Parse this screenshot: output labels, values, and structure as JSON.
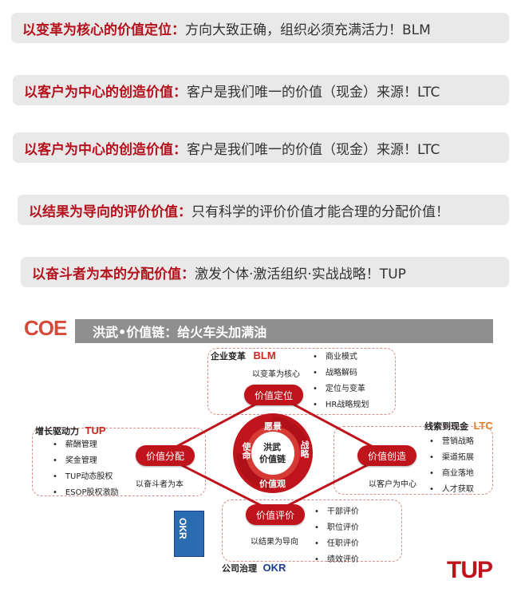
{
  "banners": [
    {
      "title": "以变革为核心的价值定位：",
      "desc": "方向大致正确，组织必须充满活力！BLM"
    },
    {
      "title": "以客户为中心的创造价值：",
      "desc": "客户是我们唯一的价值（现金）来源！LTC"
    },
    {
      "title": "以客户为中心的创造价值：",
      "desc": "客户是我们唯一的价值（现金）来源！LTC"
    },
    {
      "title": "以结果为导向的评价价值：",
      "desc": "只有科学的评价价值才能合理的分配价值！"
    },
    {
      "title": "以奋斗者为本的分配价值：",
      "desc": "激发个体·激活组织·实战战略！TUP"
    }
  ],
  "diagram": {
    "logo": "COE",
    "header": "洪武•价值链：给火车头加满油",
    "top": {
      "label": "企业变革",
      "tag": "BLM",
      "sub": "以变革为核心",
      "node": "价值定位",
      "items": [
        "商业模式",
        "战略解码",
        "定位与变革",
        "HR战略规划"
      ]
    },
    "left": {
      "label": "增长驱动力",
      "tag": "TUP",
      "node": "价值分配",
      "sub": "以奋斗者为本",
      "items": [
        "薪酬管理",
        "奖金管理",
        "TUP动态股权",
        "ESOP股权激励"
      ]
    },
    "right": {
      "label": "线索到现金",
      "tag": "LTC",
      "node": "价值创造",
      "sub": "以客户为中心",
      "items": [
        "营销战略",
        "渠道拓展",
        "商业落地",
        "人才获取"
      ]
    },
    "bottom": {
      "label": "公司治理",
      "tag": "OKR",
      "node": "价值评价",
      "sub": "以结果为导向",
      "items": [
        "干部评价",
        "职位评价",
        "任职评价",
        "绩效评价"
      ]
    },
    "wheel": {
      "center": [
        "洪武",
        "价值链"
      ],
      "segments": [
        "愿景",
        "战略",
        "价值观",
        "使命"
      ]
    },
    "book_label": "OKR",
    "corner_logo": "TUP",
    "colors": {
      "red": "#c0141c",
      "banner_bg": "#e9e9e9",
      "title_red": "#b3121d"
    }
  }
}
